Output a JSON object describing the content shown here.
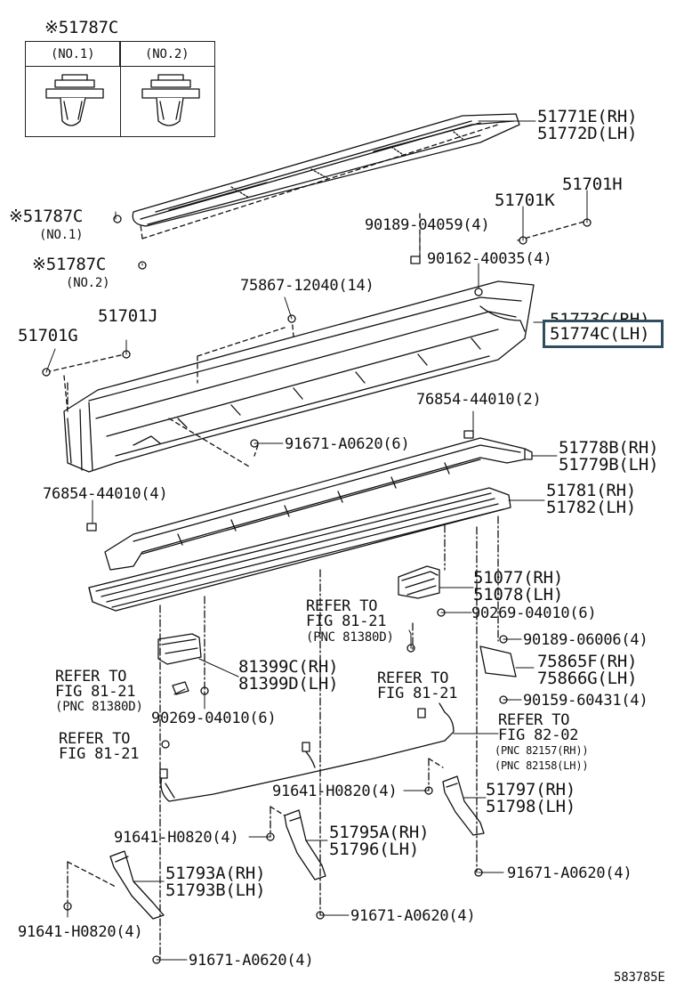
{
  "figure": {
    "figure_code": "583785E",
    "clip_table": {
      "title": "※51787C",
      "columns": [
        "(NO.1)",
        "(NO.2)"
      ]
    },
    "labels": {
      "rocker_molding_top": [
        "51771E(RH)",
        "51772D(LH)"
      ],
      "clip_no1": [
        "※51787C",
        "(NO.1)"
      ],
      "clip_no2": [
        "※51787C",
        "(NO.2)"
      ],
      "p51701H": "51701H",
      "p51701K": "51701K",
      "p90189_04059": "90189-04059(4)",
      "p90162_40035": "90162-40035(4)",
      "p75867_12040": "75867-12040(14)",
      "p51701J": "51701J",
      "p51701G": "51701G",
      "rocker_panel": [
        "51773C(RH)",
        "51774C(LH)"
      ],
      "p76854_44010_2": "76854-44010(2)",
      "p91671_A0620_6": "91671-A0620(6)",
      "step_bracket": [
        "51778B(RH)",
        "51779B(LH)"
      ],
      "p76854_44010_4": "76854-44010(4)",
      "step_board": [
        "51781(RH)",
        "51782(LH)"
      ],
      "bracket_rear": [
        "51077(RH)",
        "51078(LH)"
      ],
      "refer_81_21_a": [
        "REFER TO",
        "FIG 81-21",
        "(PNC 81380D)"
      ],
      "p90269_04010_6_a": "90269-04010(6)",
      "p90189_06006": "90189-06006(4)",
      "lamp_bracket": [
        "81399C(RH)",
        "81399D(LH)"
      ],
      "cover": [
        "75865F(RH)",
        "75866G(LH)"
      ],
      "refer_81_21_b": [
        "REFER TO",
        "FIG 81-21",
        "(PNC 81380D)"
      ],
      "refer_81_21_c": [
        "REFER TO",
        "FIG 81-21"
      ],
      "p90159_60431": "90159-60431(4)",
      "p90269_04010_6_b": "90269-04010(6)",
      "refer_82_02": [
        "REFER TO",
        "FIG 82-02",
        "(PNC 82157(RH))",
        "(PNC 82158(LH))"
      ],
      "refer_81_21_d": [
        "REFER TO",
        "FIG 81-21"
      ],
      "p91641_H0820_a": "91641-H0820(4)",
      "bracket_c": [
        "51797(RH)",
        "51798(LH)"
      ],
      "p91641_H0820_b": "91641-H0820(4)",
      "bracket_b": [
        "51795A(RH)",
        "51796(LH)"
      ],
      "p91671_A0620_4_a": "91671-A0620(4)",
      "bracket_a": [
        "51793A(RH)",
        "51793B(LH)"
      ],
      "p91641_H0820_c": "91641-H0820(4)",
      "p91671_A0620_4_b": "91671-A0620(4)",
      "p91671_A0620_4_c": "91671-A0620(4)"
    }
  }
}
